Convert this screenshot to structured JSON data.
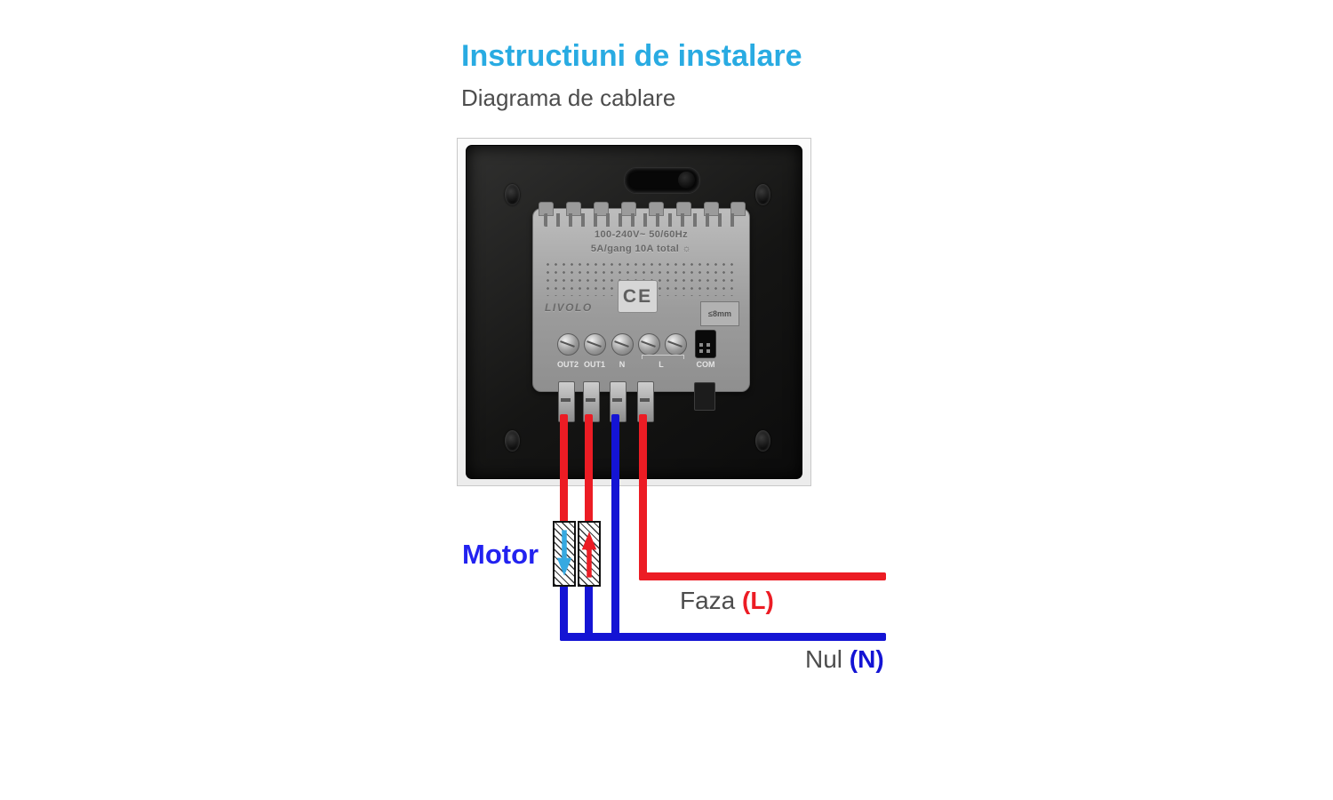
{
  "page": {
    "title": "Instructiuni de instalare",
    "subtitle": "Diagrama de cablare"
  },
  "device": {
    "rating_line1": "100-240V~ 50/60Hz",
    "rating_line2": "5A/gang 10A total",
    "rating_icon": "☼",
    "brand": "LIVOLO",
    "ce_mark": "CE",
    "strip_length": "≤8mm",
    "terminals": [
      "OUT2",
      "OUT1",
      "N",
      "L",
      "COM"
    ]
  },
  "wiring": {
    "motor_label": "Motor",
    "phase_label": "Faza ",
    "phase_mark": "(L)",
    "neutral_label": "Nul ",
    "neutral_mark": "(N)"
  },
  "colors": {
    "title": "#29abe2",
    "text": "#4d4d4d",
    "wire_red": "#ec1c24",
    "wire_blue": "#1414d4",
    "motor_text": "#2222f0",
    "arrow_down_blue": "#36a9e1",
    "arrow_up_red": "#ec1c24"
  }
}
